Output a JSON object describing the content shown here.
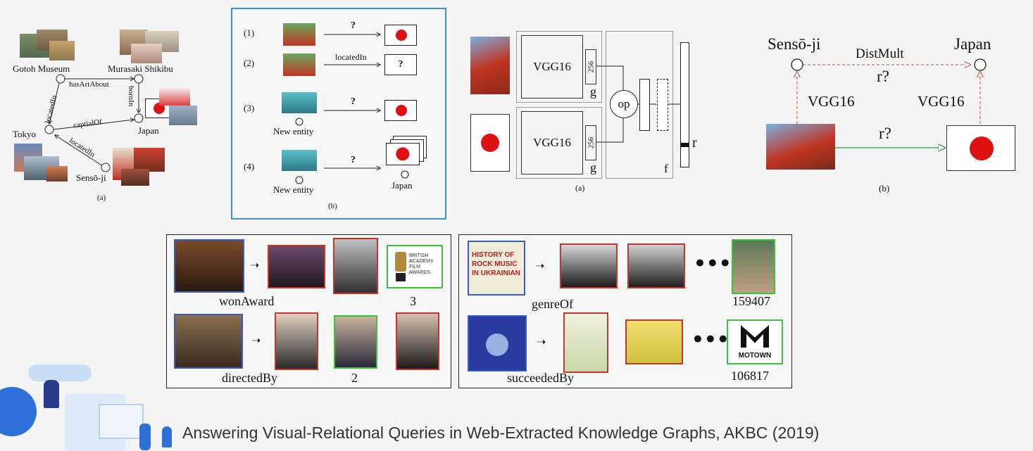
{
  "kg_panel": {
    "entities": {
      "gotoh": "Gotoh Museum",
      "murasaki": "Murasaki Shikibu",
      "tokyo": "Tokyo",
      "japan": "Japan",
      "sensoji": "Sensō-ji"
    },
    "relations": {
      "has_art_about": "hasArtAbout",
      "located_in_1": "locatedIn",
      "born_in": "bornIn",
      "capital_of": "captialOf",
      "located_in_2": "locatedIn"
    },
    "caption": "(a)"
  },
  "query_panel": {
    "rows": [
      {
        "num": "(1)",
        "relation": "?"
      },
      {
        "num": "(2)",
        "relation": "locatedIn",
        "target": "?"
      },
      {
        "num": "(3)",
        "relation": "?",
        "source": "New entity"
      },
      {
        "num": "(4)",
        "relation": "?",
        "source": "New entity",
        "target": "Japan"
      }
    ],
    "caption": "(b)"
  },
  "arch_panel": {
    "vgg_top": "VGG16",
    "vgg_bottom": "VGG16",
    "dim_top": "256",
    "dim_bottom": "256",
    "g_top": "g",
    "g_bottom": "g",
    "op": "op",
    "f": "f",
    "r": "r",
    "caption": "(a)"
  },
  "distmult_panel": {
    "left_entity": "Sensō-ji",
    "right_entity": "Japan",
    "top_label": "DistMult",
    "top_rel": "r?",
    "left_vgg": "VGG16",
    "right_vgg": "VGG16",
    "bottom_rel": "r?",
    "caption": "(b)"
  },
  "examples_left": {
    "row1_label": "wonAward",
    "row1_count": "3",
    "row2_label": "directedBy",
    "row2_count": "2",
    "award_text": "BRITISH ACADEMY FILM AWARDS"
  },
  "examples_right": {
    "row1_label": "genreOf",
    "row1_count": "159407",
    "row2_label": "succeededBy",
    "row2_count": "106817",
    "album_text": "HISTORY OF ROCK MUSIC IN UKRAINIAN",
    "motown_text": "MOTOWN"
  },
  "footer": {
    "citation": "Answering Visual-Relational Queries in Web-Extracted Knowledge Graphs, AKBC (2019)"
  },
  "colors": {
    "blue_frame": "#3a5bbf",
    "red_frame": "#c0392b",
    "green_frame": "#3fbf3f",
    "highlight_border": "#3a8fd6",
    "accent_arrow": "#d14a4a",
    "green_arrow": "#2f9b3f"
  }
}
